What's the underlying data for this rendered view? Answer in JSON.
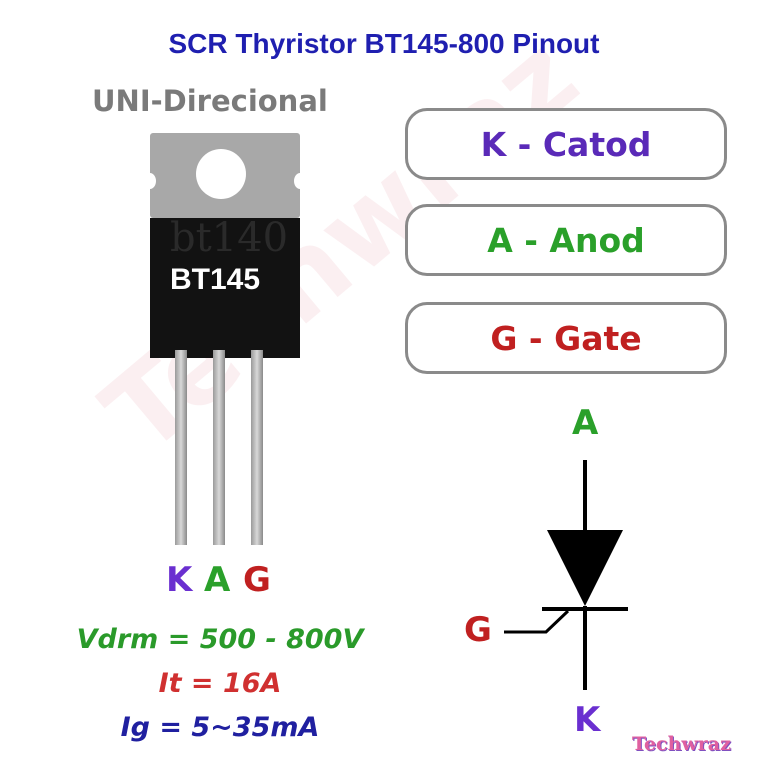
{
  "title": "SCR Thyristor BT145-800 Pinout",
  "subtitle": "UNI-Direcional",
  "package": {
    "ghost_marking": "bt140",
    "marking": "BT145"
  },
  "pins": [
    {
      "letter": "K",
      "color": "#6a2fd0"
    },
    {
      "letter": "A",
      "color": "#2aa02a"
    },
    {
      "letter": "G",
      "color": "#c02020"
    }
  ],
  "legend": [
    {
      "text": "K - Catod",
      "color": "#5a2ab8"
    },
    {
      "text": "A - Anod",
      "color": "#2aa02a"
    },
    {
      "text": "G - Gate",
      "color": "#c02020"
    }
  ],
  "specs": [
    {
      "text": "Vdrm = 500 - 800V",
      "color": "#2a9a2a"
    },
    {
      "text": "It = 16A",
      "color": "#d03030"
    },
    {
      "text": "Ig = 5~35mA",
      "color": "#2020a0"
    }
  ],
  "symbol": {
    "anode": "A",
    "gate": "G",
    "cathode": "K"
  },
  "watermark": "Techwraz",
  "brand": "Techwraz"
}
